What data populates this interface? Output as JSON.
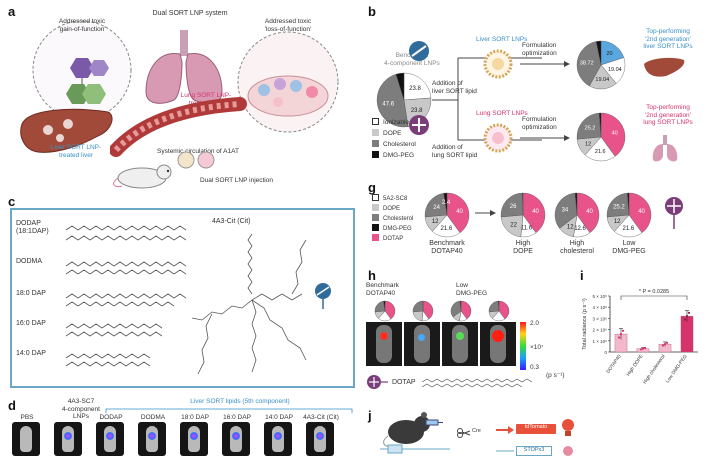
{
  "labels": {
    "a": "a",
    "b": "b",
    "c": "c",
    "d": "d",
    "g": "g",
    "h": "h",
    "i": "i",
    "j": "j"
  },
  "panel_a": {
    "title": "Dual SORT LNP system",
    "gain": "Addressed toxic\n'gain-of-function'",
    "loss": "Addressed toxic\n'loss-of-function'",
    "lung": "Lung SORT LNP-\ntreated lung",
    "liver": "Liver SORT LNP-\ntreated liver",
    "circulation": "Systemic circulation of A1AT",
    "injection": "Dual SORT LNP injection"
  },
  "panel_b": {
    "benchmark": "Benchmark\n4-component LNPs",
    "add_liver": "Addition of\nliver SORT lipid",
    "add_lung": "Addition of\nlung SORT lipid",
    "liver_lnps": "Liver SORT LNPs",
    "lung_lnps": "Lung SORT LNPs",
    "formulation1": "Formulation\noptimization",
    "formulation2": "Formulation\noptimization",
    "top_liver": "Top-performing\n'2nd generation'\nliver SORT LNPs",
    "top_lung": "Top-performing\n'2nd generation'\nlung SORT LNPs",
    "legend": [
      "Ionizable lipid",
      "DOPE",
      "Cholesterol",
      "DMG-PEG"
    ],
    "legend_colors": [
      "#ffffff",
      "#c8c8c8",
      "#7d7d7d",
      "#111111"
    ],
    "pie_bench": {
      "values": [
        23.8,
        23.8,
        47.6,
        4.8
      ],
      "labels": [
        "23.8",
        "23.8",
        "47.6",
        ""
      ],
      "colors": [
        "#ffffff",
        "#c8c8c8",
        "#7d7d7d",
        "#111111"
      ]
    },
    "pie_liver": {
      "values": [
        20,
        19.04,
        19.04,
        38.72,
        3.2
      ],
      "labels": [
        "20",
        "19.04",
        "19.04",
        "38.72",
        ""
      ],
      "colors": [
        "#5aa6de",
        "#ffffff",
        "#c8c8c8",
        "#7d7d7d",
        "#111111"
      ]
    },
    "pie_lung": {
      "values": [
        40,
        21.6,
        12,
        25.2,
        1.2
      ],
      "labels": [
        "40",
        "21.6",
        "12",
        "25.2",
        ""
      ],
      "colors": [
        "#e8538a",
        "#ffffff",
        "#c8c8c8",
        "#7d7d7d",
        "#111111"
      ]
    }
  },
  "panel_c": {
    "lipids": [
      "DODAP\n(18:1DAP)",
      "DODMA",
      "18:0 DAP",
      "16:0 DAP",
      "14:0 DAP"
    ],
    "structure_title": "4A3-Cit (Cit)"
  },
  "panel_d": {
    "header_liver": "Liver SORT lipids (5th component)",
    "header_4a3": "4A3-SC7\n4-component\nLNPs",
    "columns": [
      "PBS",
      "",
      "DODAP",
      "DODMA",
      "18:0 DAP",
      "16:0 DAP",
      "14:0 DAP",
      "4A3-Cit (Cit)"
    ]
  },
  "panel_g": {
    "legend": [
      "5A2-SC8",
      "DOPE",
      "Cholesterol",
      "DMG-PEG",
      "DOTAP"
    ],
    "legend_colors": [
      "#ffffff",
      "#c8c8c8",
      "#7d7d7d",
      "#111111",
      "#e8538a"
    ],
    "pies": [
      {
        "name": "Benchmark\nDOTAP40",
        "values": [
          40,
          21.6,
          12,
          24,
          2.4
        ],
        "labels": [
          "40",
          "21.6",
          "12",
          "24",
          "2.4"
        ]
      },
      {
        "name": "High\nDOPE",
        "values": [
          40,
          11.6,
          22,
          26,
          0.4
        ],
        "labels": [
          "40",
          "11.6",
          "22",
          "26",
          ""
        ]
      },
      {
        "name": "High\ncholesterol",
        "values": [
          40,
          12.6,
          12,
          34,
          1.4
        ],
        "labels": [
          "40",
          "12.6",
          "12",
          "34",
          ""
        ]
      },
      {
        "name": "Low\nDMG-PEG",
        "values": [
          40,
          21.6,
          12,
          25.2,
          1.2
        ],
        "labels": [
          "40",
          "21.6",
          "12",
          "25.2",
          ""
        ]
      }
    ],
    "colors": [
      "#e8538a",
      "#ffffff",
      "#c8c8c8",
      "#7d7d7d",
      "#111111"
    ]
  },
  "panel_h": {
    "bench": "Benchmark\nDOTAP40",
    "low": "Low\nDMG-PEG",
    "scale_top": "2.0",
    "scale_mid": "×10⁷",
    "scale_bot": "0.3",
    "unit": "(p s⁻¹)",
    "dotap": "DOTAP"
  },
  "chart_data": {
    "type": "bar",
    "categories": [
      "DOTAP40",
      "High DOPE",
      "High cholesterol",
      "Low DMG-PEG"
    ],
    "values": [
      1600000,
      300000,
      700000,
      3200000
    ],
    "errors": [
      500000,
      100000,
      200000,
      500000
    ],
    "ylabel": "Total radiance (p s⁻¹)",
    "yticks": [
      "0",
      "1 × 10⁶",
      "2 × 10⁶",
      "3 × 10⁶",
      "4 × 10⁶",
      "5 × 10⁶"
    ],
    "ylim": [
      0,
      5000000
    ],
    "annotation": "* P = 0.0285",
    "bar_color": "#f4b8cc",
    "last_bar_color": "#d6336c"
  },
  "panel_j": {
    "cre": "Cre",
    "tdtomato": "tdTomato",
    "stop": "STOPx3"
  }
}
